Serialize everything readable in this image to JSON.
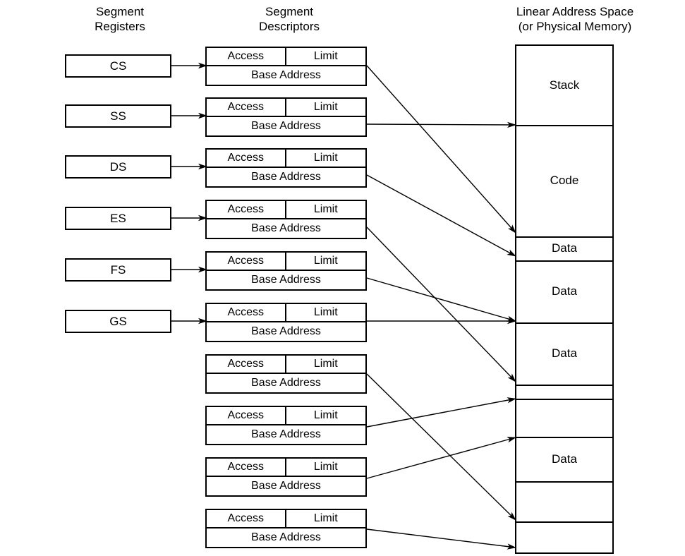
{
  "titles": {
    "registers": "Segment\nRegisters",
    "descriptors": "Segment\nDescriptors",
    "memory": "Linear Address Space\n(or Physical Memory)"
  },
  "segment_registers": [
    {
      "label": "CS"
    },
    {
      "label": "SS"
    },
    {
      "label": "DS"
    },
    {
      "label": "ES"
    },
    {
      "label": "FS"
    },
    {
      "label": "GS"
    }
  ],
  "descriptor_fields": {
    "access": "Access",
    "limit": "Limit",
    "base": "Base Address"
  },
  "descriptors": [
    {
      "index": 0,
      "access": "Access",
      "limit": "Limit",
      "base": "Base Address"
    },
    {
      "index": 1,
      "access": "Access",
      "limit": "Limit",
      "base": "Base Address"
    },
    {
      "index": 2,
      "access": "Access",
      "limit": "Limit",
      "base": "Base Address"
    },
    {
      "index": 3,
      "access": "Access",
      "limit": "Limit",
      "base": "Base Address"
    },
    {
      "index": 4,
      "access": "Access",
      "limit": "Limit",
      "base": "Base Address"
    },
    {
      "index": 5,
      "access": "Access",
      "limit": "Limit",
      "base": "Base Address"
    },
    {
      "index": 6,
      "access": "Access",
      "limit": "Limit",
      "base": "Base Address"
    },
    {
      "index": 7,
      "access": "Access",
      "limit": "Limit",
      "base": "Base Address"
    },
    {
      "index": 8,
      "access": "Access",
      "limit": "Limit",
      "base": "Base Address"
    },
    {
      "index": 9,
      "access": "Access",
      "limit": "Limit",
      "base": "Base Address"
    }
  ],
  "memory_blocks": [
    {
      "label": "Stack"
    },
    {
      "label": "Code"
    },
    {
      "label": "Data"
    },
    {
      "label": "Data"
    },
    {
      "label": "Data"
    },
    {
      "label": ""
    },
    {
      "label": ""
    },
    {
      "label": "Data"
    },
    {
      "label": ""
    },
    {
      "label": ""
    }
  ],
  "colors": {
    "stroke": "#000000",
    "background": "#ffffff",
    "text": "#000000"
  }
}
